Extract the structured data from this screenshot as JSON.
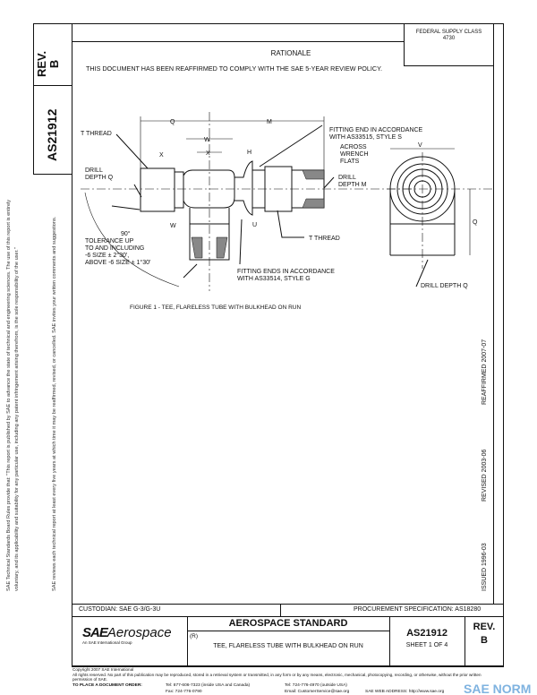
{
  "side_strip": {
    "rev_label": "REV.",
    "rev_value": "B",
    "doc_number": "AS21912"
  },
  "boilerplate": {
    "rules": "SAE Technical Standards Board Rules provide that: \"This report is published by SAE to advance the state of technical and engineering sciences. The use of this report is entirely voluntary, and its applicability and suitability for any particular use, including any patent infringement arising therefrom, is the sole responsibility of the user.\"",
    "review": "SAE reviews each technical report at least every five years at which time it may be reaffirmed, revised, or cancelled. SAE invites your written comments and suggestions."
  },
  "header": {
    "federal_supply_class_label": "FEDERAL SUPPLY CLASS",
    "federal_supply_class_value": "4730",
    "rationale_title": "RATIONALE",
    "rationale_text": "THIS DOCUMENT HAS BEEN REAFFIRMED TO COMPLY WITH THE SAE 5-YEAR REVIEW POLICY."
  },
  "figure": {
    "labels": {
      "q": "Q",
      "m": "M",
      "w": "W",
      "x": "X",
      "h": "H",
      "u": "U",
      "v": "V",
      "t_thread": "T THREAD",
      "drill_depth_q_1": "DRILL",
      "drill_depth_q_2": "DEPTH Q",
      "drill_depth_m_1": "DRILL",
      "drill_depth_m_2": "DEPTH M",
      "fitting_end_1": "FITTING END IN ACCORDANCE",
      "fitting_end_2": "WITH AS33515, STYLE S",
      "across_1": "ACROSS",
      "across_2": "WRENCH",
      "across_3": "FLATS",
      "angle": "90°",
      "tol_1": "TOLERANCE UP",
      "tol_2": "TO AND INCLUDING",
      "tol_3": "-6 SIZE ± 2°30',",
      "tol_4": "ABOVE -6 SIZE ± 1°30'",
      "fitting_ends_1": "FITTING ENDS IN ACCORDANCE",
      "fitting_ends_2": "WITH AS33514, STYLE G",
      "drill_depth_q_side": "DRILL DEPTH Q"
    },
    "caption": "FIGURE 1 - TEE, FLARELESS TUBE WITH BULKHEAD ON RUN"
  },
  "history": {
    "issued": "ISSUED 1996-03",
    "revised": "REVISED 2003-06",
    "reaffirmed": "REAFFIRMED 2007-07"
  },
  "title_block": {
    "custodian": "CUSTODIAN:  SAE G-3/G-3U",
    "procurement_spec": "PROCUREMENT SPECIFICATION: AS18280",
    "logo_sae": "SAE",
    "logo_aerospace": "Aerospace",
    "logo_sub": "An SAE International Group",
    "standard_title": "AEROSPACE STANDARD",
    "r_mark": "(R)",
    "doc_title": "TEE, FLARELESS TUBE WITH BULKHEAD ON RUN",
    "doc_number": "AS21912",
    "sheet": "SHEET 1 OF 4",
    "rev_label": "REV.",
    "rev_value": "B"
  },
  "footer": {
    "copyright": "Copyright 2007 SAE International",
    "rights": "All rights reserved. No part of this publication may be reproduced, stored in a retrieval system or transmitted, in any form or by any means, electronic, mechanical, photocopying, recording, or otherwise, without the prior written permission of SAE.",
    "order_label": "TO PLACE A DOCUMENT ORDER:",
    "tel_us": "Tel: 877-606-7323 (inside USA and Canada)",
    "tel_intl": "Tel: 724-776-4970 (outside USA)",
    "fax": "Fax: 724-776-0790",
    "email": "Email: CustomerService@sae.org",
    "web": "SAE WEB ADDRESS: http://www.sae.org"
  },
  "watermark": {
    "text": "SAE NORM"
  }
}
